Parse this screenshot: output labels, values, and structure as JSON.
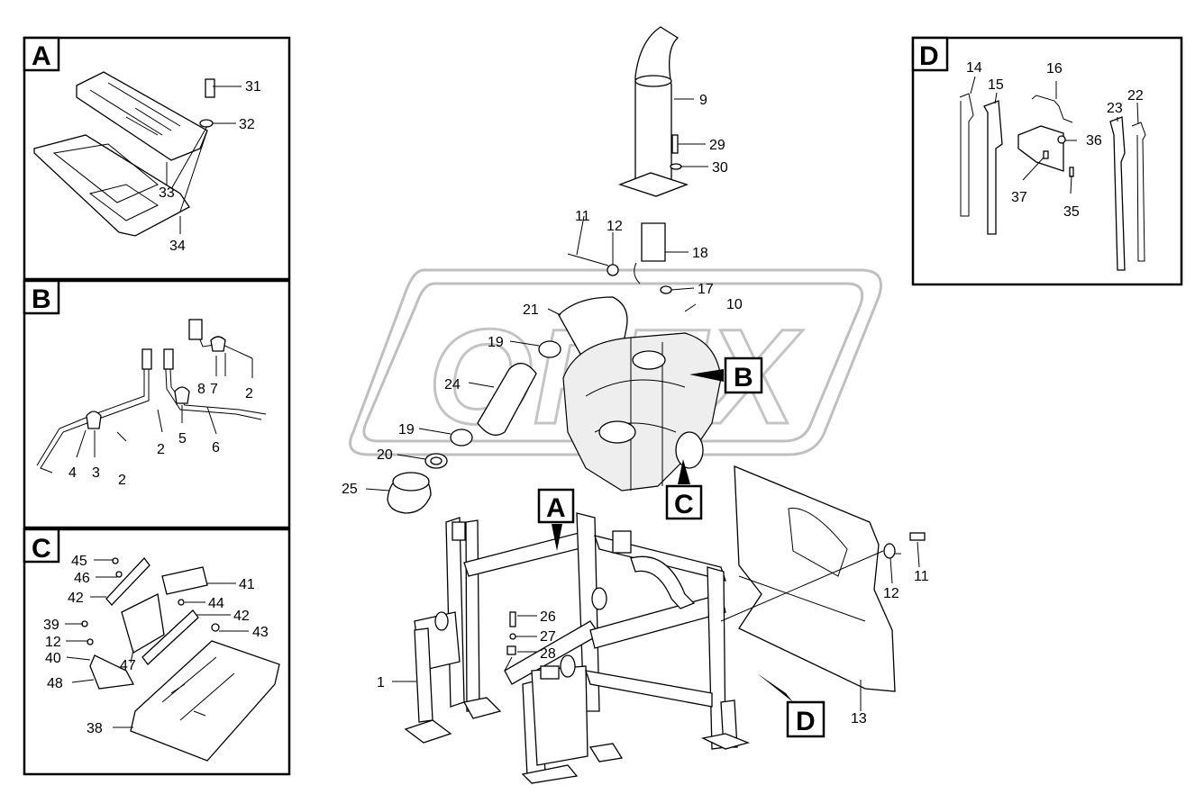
{
  "panels": {
    "A": "A",
    "B": "B",
    "C": "C",
    "D": "D"
  },
  "callouts": {
    "A": "A",
    "B": "B",
    "C": "C",
    "D": "D"
  },
  "panel_a_labels": [
    "31",
    "32",
    "33",
    "34"
  ],
  "panel_b_labels": [
    "8",
    "7",
    "2",
    "2",
    "5",
    "6",
    "4",
    "3",
    "2"
  ],
  "panel_c_labels": [
    "45",
    "46",
    "42",
    "41",
    "44",
    "42",
    "43",
    "39",
    "12",
    "40",
    "47",
    "48",
    "38"
  ],
  "panel_d_labels": [
    "14",
    "15",
    "16",
    "22",
    "23",
    "36",
    "37",
    "35"
  ],
  "main_labels": [
    "9",
    "29",
    "30",
    "11",
    "12",
    "18",
    "17",
    "10",
    "21",
    "19",
    "24",
    "19",
    "20",
    "25",
    "26",
    "27",
    "28",
    "1",
    "12",
    "11",
    "13"
  ],
  "watermark": "OFEX"
}
